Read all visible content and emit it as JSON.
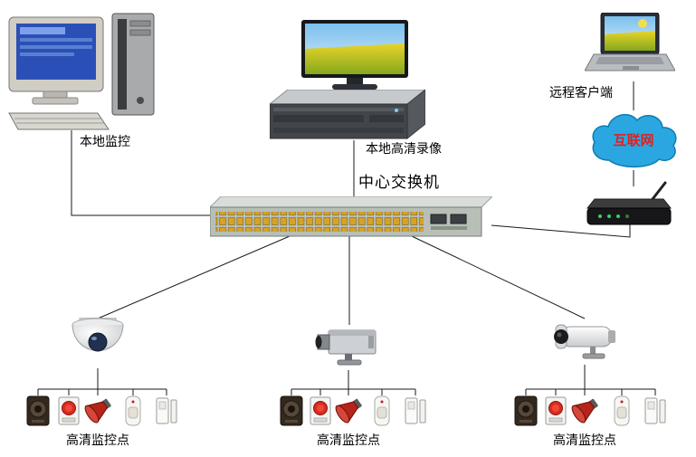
{
  "diagram": {
    "labels": {
      "local_monitor": "本地监控",
      "local_recorder": "本地高清录像",
      "remote_client": "远程客户端",
      "internet": "互联网",
      "central_switch": "中心交换机",
      "monitor_points": [
        "高清监控点",
        "高清监控点",
        "高清监控点"
      ]
    },
    "devices": [
      "desktop-pc-icon",
      "hd-display-icon",
      "rack-server-icon",
      "laptop-icon",
      "internet-cloud-icon",
      "router-icon",
      "core-switch-icon",
      "dome-camera-icon",
      "box-camera-icon",
      "bullet-camera-icon",
      "speaker-icon",
      "alarm-button-icon",
      "siren-horn-icon",
      "motion-sensor-icon",
      "door-contact-icon"
    ],
    "colors": {
      "background": "#ffffff",
      "line": "#1a1a1a",
      "cloud_fill": "#2aa7e0",
      "cloud_stroke": "#0f7cb2",
      "cloud_text": "#e02020",
      "switch_ports": "#d8a224",
      "alarm_red": "#d92b20"
    }
  }
}
